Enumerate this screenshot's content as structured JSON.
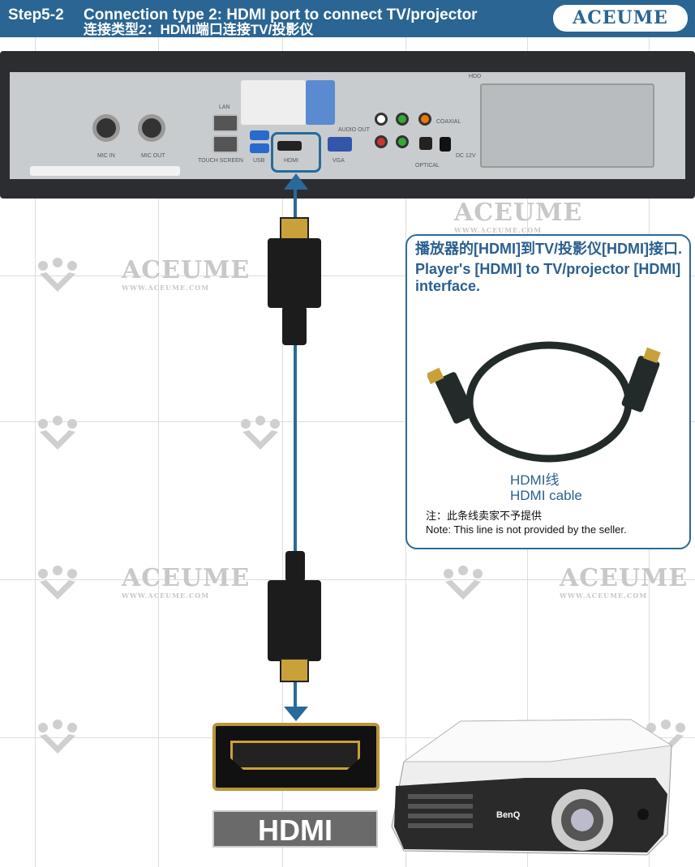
{
  "header": {
    "step": "Step5-2",
    "title_en": "Connection type 2: HDMI port to connect TV/projector",
    "title_cn": "连接类型2：HDMI端口连接TV/投影仪",
    "logo": "ACEUME"
  },
  "watermark": {
    "brand": "ACEUME",
    "url": "WWW.ACEUME.COM"
  },
  "device": {
    "ports": [
      "MIC IN",
      "MIC OUT",
      "LAN",
      "TOUCH SCREEN",
      "USB",
      "HDMI",
      "VGA",
      "AUDIO OUT",
      "COAXIAL",
      "OPTICAL",
      "DC 12V",
      "HDD"
    ]
  },
  "callout": {
    "heading_cn": "播放器的[HDMI]到TV/投影仪[HDMI]接口.",
    "heading_en": "Player's [HDMI] to TV/projector [HDMI] interface.",
    "cable_cn": "HDMI线",
    "cable_en": "HDMI cable",
    "note_cn": "注：此条线卖家不予提供",
    "note_en": "Note: This line is not provided by the seller."
  },
  "port_label": "HDMI",
  "projector": {
    "brand": "BenQ"
  },
  "colors": {
    "accent": "#2a6593",
    "cable": "#2a6a9a"
  }
}
